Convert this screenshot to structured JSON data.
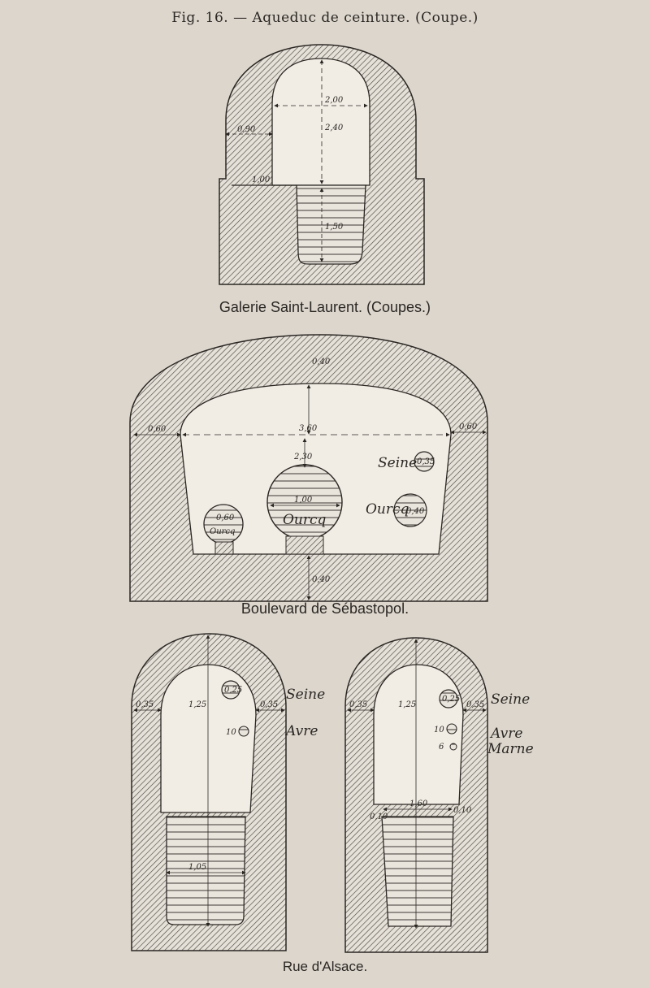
{
  "figure_title": "Fig. 16. — Aqueduc de ceinture. (Coupe.)",
  "sections": {
    "galerie": {
      "caption": "Galerie Saint-Laurent. (Coupes.)",
      "dims": {
        "width": "2,00",
        "height": "2,40",
        "wall": "0,90",
        "ledge": "1,00",
        "channel": "1,50"
      }
    },
    "sebastopol": {
      "caption": "Boulevard de Sébastopol.",
      "dims": {
        "width": "3,60",
        "height": "2,30",
        "crown": "0,40",
        "wall_left": "0,60",
        "wall_right": "0,60",
        "floor": "0,40",
        "pipe_center": "1,00",
        "pipe_left": "0,60",
        "seine_pipe": "0,35",
        "ourcq_pipe": "0,40"
      },
      "labels": {
        "seine": "Seine",
        "ourcq_right": "Ourcq",
        "ourcq_center": "Ourcq",
        "ourcq_left": "Ourcq"
      }
    },
    "alsace": {
      "caption": "Rue d'Alsace.",
      "left": {
        "labels": {
          "seine": "Seine",
          "avre": "Avre"
        },
        "dims": {
          "half_width": "1,25",
          "wall_left": "0,35",
          "wall_right": "0,35",
          "seine_pipe": "0,25",
          "avre_pipe": "10",
          "channel": "1,05"
        }
      },
      "right": {
        "labels": {
          "seine": "Seine",
          "avre": "Avre",
          "marne": "Marne"
        },
        "dims": {
          "half_width": "1,25",
          "wall_left": "0,35",
          "wall_right": "0,35",
          "seine_pipe": "0,25",
          "avre_pipe": "10",
          "marne_pipe": "6",
          "channel": "1,60",
          "ledge_l": "0,10",
          "ledge_r": "0,10"
        }
      }
    }
  }
}
